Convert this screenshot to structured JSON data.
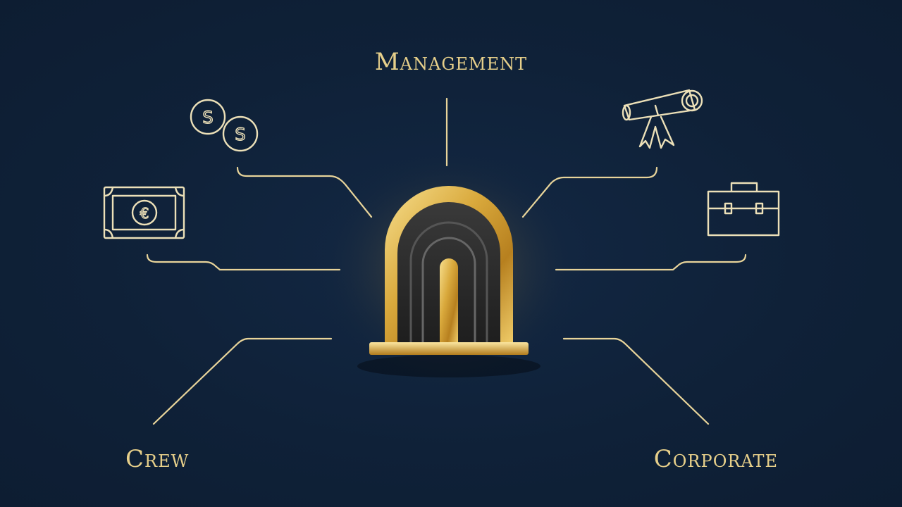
{
  "diagram": {
    "labels": {
      "top": "Management",
      "bottom_left": "Crew",
      "bottom_right": "Corporate"
    },
    "icons": {
      "top_left": "coins-icon",
      "left": "banknote-icon",
      "top_right": "diploma-icon",
      "right": "briefcase-icon",
      "center": "gold-arch-logo"
    },
    "colors": {
      "background": "#0f2138",
      "line": "#e8d49a",
      "gold": "#d4a63a"
    }
  }
}
